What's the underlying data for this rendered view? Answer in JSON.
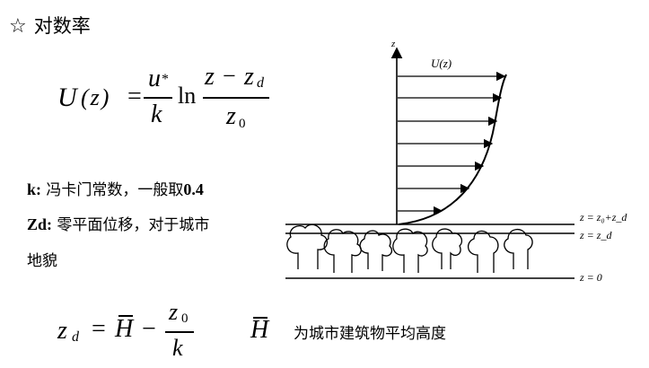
{
  "heading": {
    "bullet": "☆",
    "title": "对数率"
  },
  "formula1": {
    "lhs": "U",
    "arg": "(z)",
    "equals": "=",
    "numerator": "u",
    "numerator_sub": "*",
    "denominator": "k",
    "ln": "ln",
    "frac2_num_a": "z",
    "frac2_minus": "−",
    "frac2_num_b": "z",
    "frac2_num_b_sub": "d",
    "frac2_den": "z",
    "frac2_den_sub": "0"
  },
  "notes": [
    {
      "key": "k:",
      "text": "冯卡门常数，一般取",
      "value": "0.4"
    },
    {
      "key": "Zd:",
      "text": "零平面位移，对于城市",
      "line2": "地貌"
    }
  ],
  "formula2": {
    "lhs": "z",
    "lhs_sub": "d",
    "equals": "=",
    "h": "H",
    "minus": "−",
    "num": "z",
    "num_sub": "0",
    "den": "k"
  },
  "hbar_symbol": "H",
  "hbar_caption": "为城市建筑物平均高度",
  "diagram": {
    "axis_label": "z",
    "profile_label": "U(z)",
    "level_labels": [
      "z = z₀+z_d",
      "z = z_d",
      "z = 0"
    ]
  }
}
